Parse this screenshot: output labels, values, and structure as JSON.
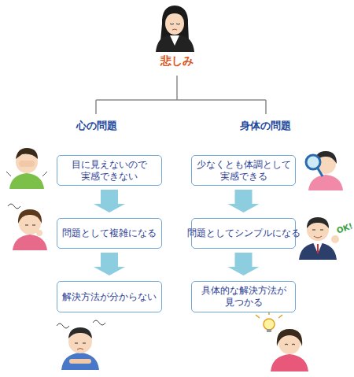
{
  "diagram": {
    "title": "悲しみ",
    "nodes": [
      {
        "text": [
          "目に見えないので 実感できない"
        ]
      },
      {
        "text": [
          "少なくとも体調として 実感できる"
        ]
      },
      {
        "text": [
          "問題として複雑になる"
        ]
      },
      {
        "text": [
          "問題としてシンプルになる"
        ]
      },
      {
        "text": [
          "解決方法が分からない"
        ]
      },
      {
        "text": [
          "具体的な解決方法が 見つかる"
        ]
      }
    ],
    "edges": [
      {
        "from": 0,
        "to": 2,
        "arrow": "to"
      },
      {
        "from": 2,
        "to": 4,
        "arrow": "to"
      },
      {
        "from": 1,
        "to": 3,
        "arrow": "to"
      },
      {
        "from": 3,
        "to": 5,
        "arrow": "to"
      }
    ],
    "labels": [
      "心の問題",
      "身体の問題",
      "OK!"
    ]
  }
}
